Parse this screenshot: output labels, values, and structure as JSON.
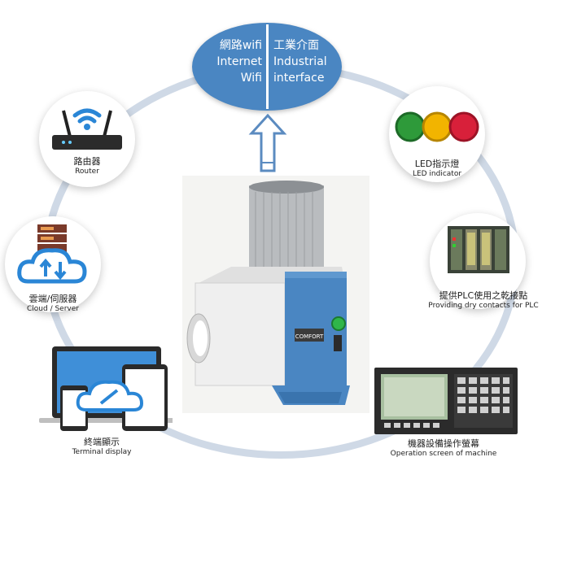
{
  "top": {
    "left_zh": "網路wifi",
    "left_en1": "Internet",
    "left_en2": "Wifi",
    "right_zh": "工業介面",
    "right_en1": "Industrial",
    "right_en2": "interface"
  },
  "nodes": {
    "router": {
      "zh": "路由器",
      "en": "Router"
    },
    "led": {
      "zh": "LED指示燈",
      "en": "LED indicator"
    },
    "cloud": {
      "zh": "雲端/伺服器",
      "en": "Cloud / Server"
    },
    "plc": {
      "zh": "提供PLC使用之乾接點",
      "en": "Providing dry contacts for PLC"
    },
    "terminal": {
      "zh": "終端顯示",
      "en": "Terminal display"
    },
    "operation": {
      "zh": "機器設備操作螢幕",
      "en": "Operation screen of machine"
    }
  },
  "product": {
    "brand": "COMFORT"
  },
  "colors": {
    "accent_blue": "#4a86c2",
    "ring": "#cfd9e6",
    "led_green": "#2e9a3a",
    "led_yellow": "#f2b400",
    "led_red": "#d8203a"
  }
}
